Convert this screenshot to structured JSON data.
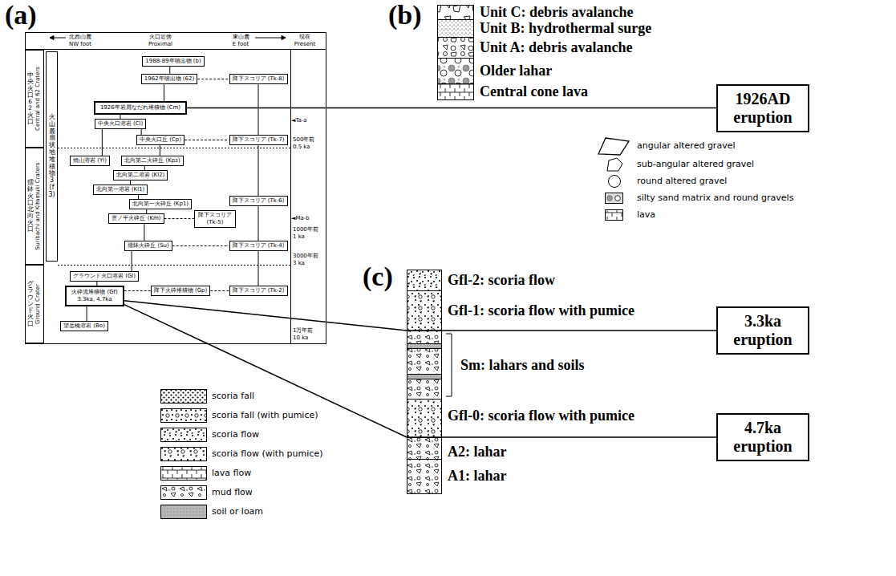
{
  "diagram": {
    "nodes": [
      {
        "text": [
          "中央火口・62火口",
          "Central and 62 Craters"
        ]
      },
      {
        "text": [
          "擂鉢火口・北向火口",
          "Suribachi and Kitamuki Craters"
        ]
      },
      {
        "text": [
          "グラウンド火口",
          "Ground Crater"
        ]
      },
      {
        "text": [
          "火山麓扇状地堆積物3 (f3)"
        ]
      },
      {
        "text": [
          "1988-89年噴出物 (b)"
        ]
      },
      {
        "text": [
          "1962年噴出物 (62)"
        ]
      },
      {
        "text": [
          "降下スコリア (Tk-8)"
        ]
      },
      {
        "text": [
          "1926年岩屑なだれ堆積物 (Cm)"
        ]
      },
      {
        "text": [
          "中央火口溶岩 (Cl)"
        ]
      },
      {
        "text": [
          "中央火口丘 (Cp)"
        ]
      },
      {
        "text": [
          "降下スコリア (Tk-7)"
        ]
      },
      {
        "text": [
          "焼山溶岩 (Yl)"
        ]
      },
      {
        "text": [
          "北向第二火砕丘 (Kpz)"
        ]
      },
      {
        "text": [
          "北向第二溶岩 (Kl2)"
        ]
      },
      {
        "text": [
          "北向第一溶岩 (Kl1)"
        ]
      },
      {
        "text": [
          "北向第一火砕丘 (Kp1)"
        ]
      },
      {
        "text": [
          "雲ノ平火砕丘 (Km)"
        ]
      },
      {
        "text": [
          "降下スコリア (Tk-6)"
        ]
      },
      {
        "text": [
          "降下スコリア (Tk-5)"
        ]
      },
      {
        "text": [
          "擂鉢火砕丘 (Su)"
        ]
      },
      {
        "text": [
          "降下スコリア (Tk-4)"
        ]
      },
      {
        "text": [
          "グラウンド火口溶岩 (Gl)"
        ]
      },
      {
        "text": [
          "火砕流堆積物 (Gf)",
          "3.3ka, 4.7ka"
        ]
      },
      {
        "text": [
          "降下火砕堆積物 (Gp)"
        ]
      },
      {
        "text": [
          "降下スコリア (Tk-2)"
        ]
      },
      {
        "text": [
          "望岳橋溶岩 (Bo)"
        ]
      },
      {
        "text": [
          "1926AD eruption"
        ]
      },
      {
        "text": [
          "3.3ka eruption"
        ]
      },
      {
        "text": [
          "4.7ka eruption"
        ]
      }
    ],
    "edges": [
      {
        "from": 4,
        "to": 5,
        "arrow": "none"
      },
      {
        "from": 5,
        "to": 6,
        "arrow": "none"
      },
      {
        "from": 5,
        "to": 7,
        "arrow": "none"
      },
      {
        "from": 7,
        "to": 8,
        "arrow": "none"
      },
      {
        "from": 8,
        "to": 9,
        "arrow": "none"
      },
      {
        "from": 9,
        "to": 10,
        "arrow": "none"
      },
      {
        "from": 6,
        "to": 10,
        "arrow": "none"
      },
      {
        "from": 8,
        "to": 11,
        "arrow": "none"
      },
      {
        "from": 9,
        "to": 12,
        "arrow": "none"
      },
      {
        "from": 12,
        "to": 13,
        "arrow": "none"
      },
      {
        "from": 13,
        "to": 14,
        "arrow": "none"
      },
      {
        "from": 14,
        "to": 15,
        "arrow": "none"
      },
      {
        "from": 15,
        "to": 16,
        "arrow": "none"
      },
      {
        "from": 16,
        "to": 18,
        "arrow": "none"
      },
      {
        "from": 10,
        "to": 17,
        "arrow": "none"
      },
      {
        "from": 17,
        "to": 20,
        "arrow": "none"
      },
      {
        "from": 16,
        "to": 19,
        "arrow": "none"
      },
      {
        "from": 19,
        "to": 20,
        "arrow": "none"
      },
      {
        "from": 19,
        "to": 21,
        "arrow": "none"
      },
      {
        "from": 21,
        "to": 22,
        "arrow": "none"
      },
      {
        "from": 22,
        "to": 23,
        "arrow": "none"
      },
      {
        "from": 23,
        "to": 24,
        "arrow": "none"
      },
      {
        "from": 20,
        "to": 24,
        "arrow": "none"
      },
      {
        "from": 22,
        "to": 25,
        "arrow": "none"
      },
      {
        "from": 7,
        "to": 26,
        "arrow": "none"
      },
      {
        "from": 22,
        "to": 27,
        "arrow": "none"
      },
      {
        "from": 22,
        "to": 28,
        "arrow": "none"
      }
    ],
    "labels": [
      "(a)",
      "北西山麓",
      "NW foot",
      "火口近傍",
      "Proximal",
      "東山麓",
      "E foot",
      "現在",
      "Present",
      "◄Ta-a",
      "500年前",
      "0.5 ka",
      "◄Ma-b",
      "1000年前",
      "1 ka",
      "3000年前",
      "3 ka",
      "1万年前",
      "10 ka",
      "(b)",
      "Unit C: debris avalanche",
      "Unit B: hydrothermal surge",
      "Unit A: debris avalanche",
      "Older lahar",
      "Central cone lava",
      "(c)",
      "Gfl-2: scoria flow",
      "Gfl-1: scoria flow with pumice",
      "Sm: lahars and soils",
      "Gfl-0: scoria flow with pumice",
      "A2: lahar",
      "A1: lahar"
    ],
    "legend": [
      {
        "text": "angular altered gravel"
      },
      {
        "text": "sub-angular altered gravel"
      },
      {
        "text": "round altered gravel"
      },
      {
        "text": "silty sand matrix and round gravels"
      },
      {
        "text": "lava"
      },
      {
        "text": "scoria fall"
      },
      {
        "text": "scoria fall (with pumice)"
      },
      {
        "text": "scoria flow"
      },
      {
        "text": "scoria flow (with pumice)"
      },
      {
        "text": "lava flow"
      },
      {
        "text": "mud flow"
      },
      {
        "text": "soil or loam"
      }
    ]
  }
}
